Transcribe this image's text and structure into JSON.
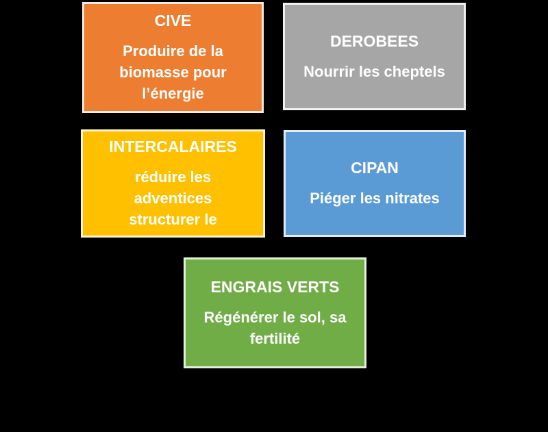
{
  "slide": {
    "background_color": "#000000",
    "text_color": "#FFFFFF"
  },
  "cards": [
    {
      "id": "cive",
      "title": "CIVE",
      "description": "Produire de la\nbiomasse pour\nl’énergie",
      "fill_color": "#ED7D31",
      "border_color": "#FBEADD"
    },
    {
      "id": "derobees",
      "title": "DEROBEES",
      "description": "Nourrir les cheptels",
      "fill_color": "#A6A6A6",
      "border_color": "#F0F0F0"
    },
    {
      "id": "intercalaires",
      "title": "INTERCALAIRES",
      "description": "réduire les\nadventices\nstructurer le",
      "fill_color": "#FFC000",
      "border_color": "#FFF3CC"
    },
    {
      "id": "cipan",
      "title": "CIPAN",
      "description": "Piéger les nitrates",
      "fill_color": "#5B9BD5",
      "border_color": "#E3EDF9"
    },
    {
      "id": "engrais_verts",
      "title": "ENGRAIS VERTS",
      "description": "Régénérer le sol, sa\nfertilité",
      "fill_color": "#70AD47",
      "border_color": "#E3F0D9"
    }
  ]
}
